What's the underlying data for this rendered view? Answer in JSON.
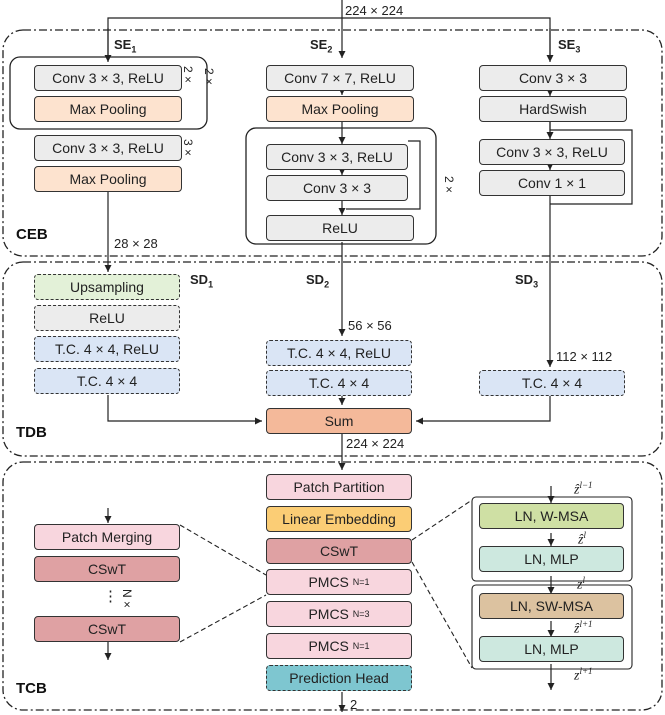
{
  "sections": {
    "ceb": "CEB",
    "tdb": "TDB",
    "tcb": "TCB"
  },
  "dims": {
    "top": "224 × 224",
    "d28": "28 × 28",
    "d56": "56 × 56",
    "d112": "112 × 112",
    "d224b": "224 × 224",
    "out": "2"
  },
  "se": {
    "prefix": "SE",
    "s1": "1",
    "s2": "2",
    "s3": "3"
  },
  "sd": {
    "prefix": "SD",
    "s1": "1",
    "s2": "2",
    "s3": "3"
  },
  "enc1": {
    "conv_a": "Conv 3 × 3, ReLU",
    "pool_a": "Max Pooling",
    "rep_a": "2 ×",
    "rep_a2": "2 ×",
    "conv_b": "Conv 3 × 3, ReLU",
    "rep_b": "3 ×",
    "pool_b": "Max Pooling"
  },
  "enc2": {
    "conv7": "Conv 7 × 7, ReLU",
    "pool": "Max Pooling",
    "conv3r": "Conv 3 × 3, ReLU",
    "conv3": "Conv 3 × 3",
    "relu": "ReLU",
    "rep": "2 ×"
  },
  "enc3": {
    "conv3": "Conv 3 × 3",
    "hswish": "HardSwish",
    "conv3r": "Conv 3 × 3, ReLU",
    "conv1": "Conv 1 × 1"
  },
  "dec1": {
    "up": "Upsampling",
    "relu": "ReLU",
    "tc_relu": "T.C. 4 × 4, ReLU",
    "tc": "T.C. 4 × 4"
  },
  "dec2": {
    "tc_relu": "T.C. 4 × 4, ReLU",
    "tc": "T.C. 4 × 4"
  },
  "dec3": {
    "tc": "T.C. 4 × 4"
  },
  "sum": "Sum",
  "tcb_main": {
    "patch_partition": "Patch Partition",
    "linear_embedding": "Linear Embedding",
    "cswt": "CSwT",
    "pmcs": "PMCS",
    "n1": "N=1",
    "n3": "N=3",
    "n1b": "N=1",
    "pred_head": "Prediction Head"
  },
  "tcb_left": {
    "patch_merging": "Patch Merging",
    "cswt1": "CSwT",
    "dots": "⋮",
    "rep": "N ×",
    "cswt2": "CSwT"
  },
  "tcb_right": {
    "ln_wmsa": "LN, W-MSA",
    "ln_mlp1": "LN, MLP",
    "ln_swmsa": "LN, SW-MSA",
    "ln_mlp2": "LN, MLP",
    "z_base": "z",
    "z_hat": "ẑ",
    "sup_l_minus": "l−1",
    "sup_l": "l",
    "sup_l_plus": "l+1"
  },
  "colors": {
    "line": "#222222",
    "gray": "#ececec",
    "orange": "#fde3cf",
    "green": "#e3f1d8",
    "blue": "#dae5f5",
    "sum": "#f4b99a",
    "pink": "#f8d6de",
    "yellow": "#fbcd75",
    "rose": "#dfa1a3",
    "teal": "#7ec6d0",
    "lime": "#cfe0a4",
    "mint": "#cde8df",
    "tan": "#dcc2a0"
  }
}
